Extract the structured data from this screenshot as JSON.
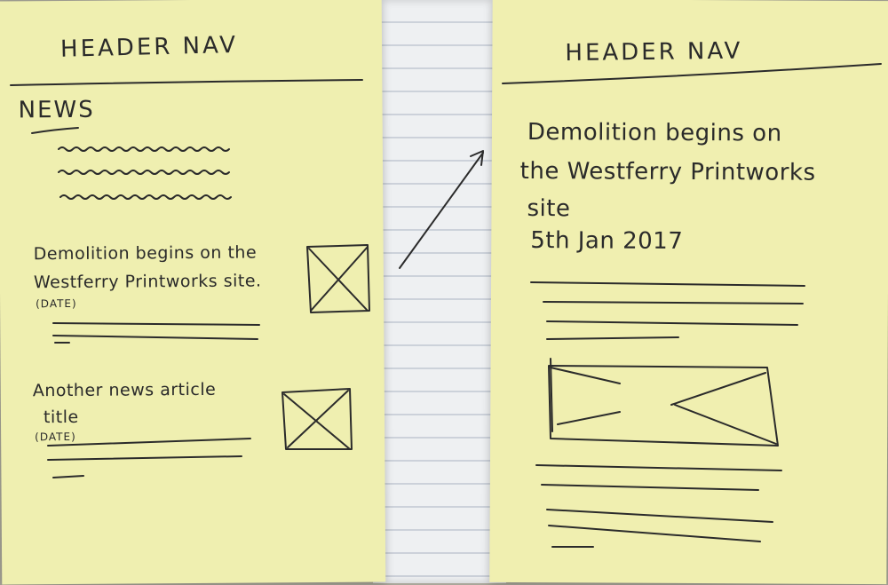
{
  "left_note": {
    "header": "HEADER NAV",
    "section_title": "NEWS",
    "articles": [
      {
        "title_line1": "Demolition begins on the",
        "title_line2": "Westferry Printworks site.",
        "date": "(DATE)"
      },
      {
        "title_line1": "Another news article",
        "title_line2": "title",
        "date": "(DATE)"
      }
    ]
  },
  "right_note": {
    "header": "HEADER NAV",
    "title_lines": [
      "Demolition begins on",
      "the Westferry Printworks",
      "site"
    ],
    "date": "5th Jan 2017"
  }
}
